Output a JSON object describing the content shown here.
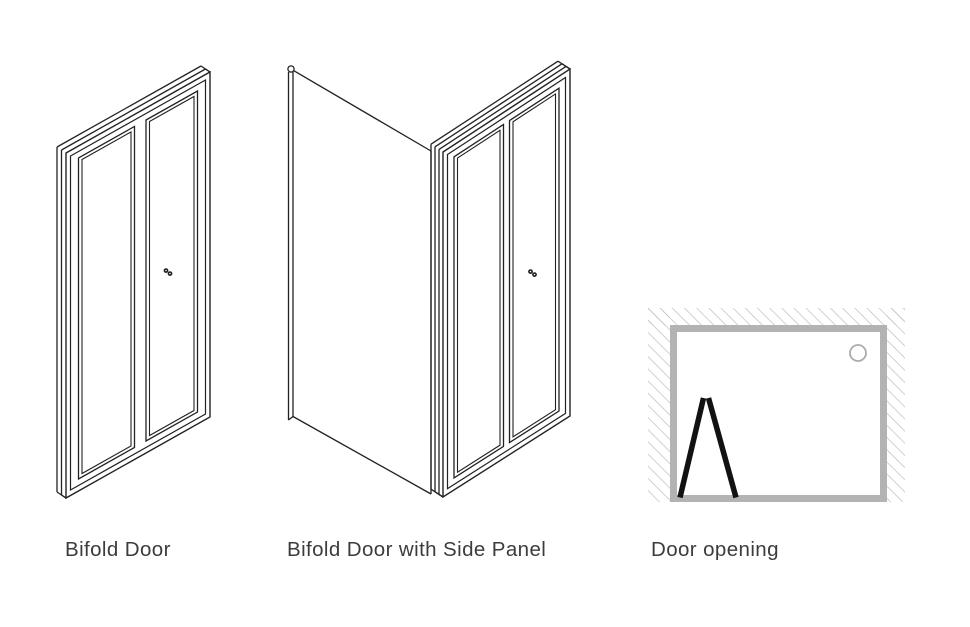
{
  "figures": [
    {
      "caption": "Bifold Door"
    },
    {
      "caption": "Bifold Door with Side Panel"
    },
    {
      "caption": "Door opening"
    }
  ],
  "colors": {
    "line": "#222222",
    "frame_gray": "#b3b3b3",
    "hatch_gray": "#c6c6c6",
    "symbol_black": "#121212",
    "text": "#3c3c3c",
    "background": "#ffffff"
  }
}
